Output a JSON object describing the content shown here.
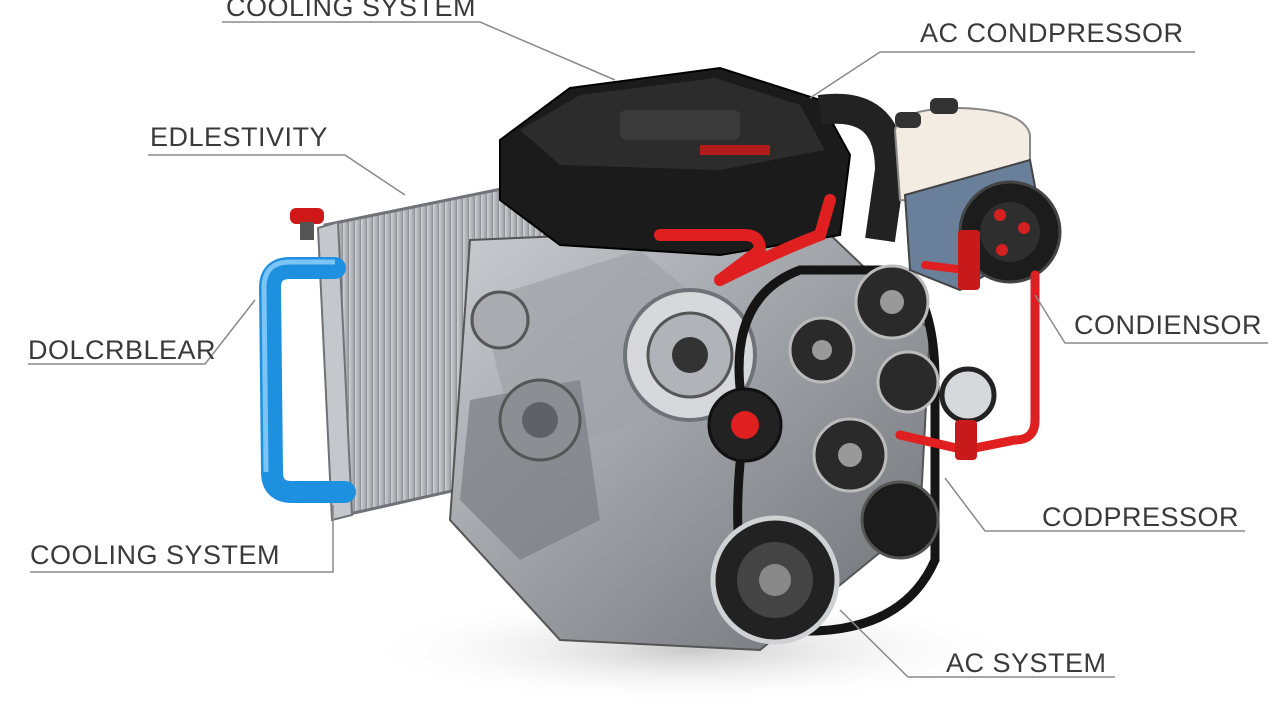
{
  "labels": {
    "cooling_system_top": "COOLING SYSTEM",
    "ac_compressor": "AC CONDPRESSOR",
    "edlestivity": "EDLESTIVITY",
    "dolcrblear": "DOLCRBLEAR",
    "condiensor": "CONDIENSOR",
    "cooling_system_bottom": "COOLING SYSTEM",
    "compressor": "CODPRESSOR",
    "ac_system": "AC SYSTEM"
  },
  "colors": {
    "coolant_hose": "#1e90e0",
    "ac_line": "#e02020",
    "engine_black": "#1b1b1b",
    "metal": "#b9bcc0",
    "leader_line": "#8a8a8a"
  }
}
